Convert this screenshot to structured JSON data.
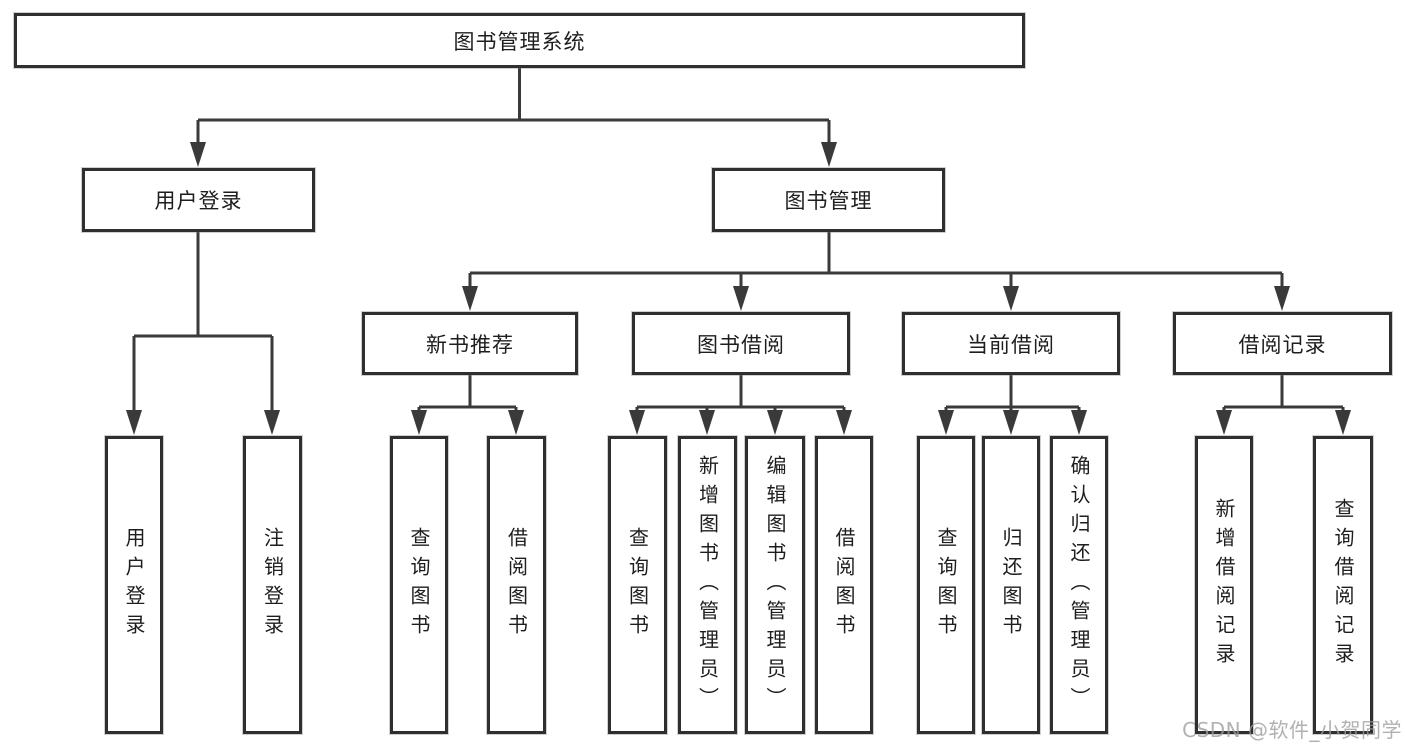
{
  "diagram_title": "图书管理系统",
  "tree": {
    "root": {
      "label": "图书管理系统"
    },
    "branches": [
      {
        "label": "用户登录",
        "children": [
          {
            "label": "用户登录"
          },
          {
            "label": "注销登录"
          }
        ]
      },
      {
        "label": "图书管理",
        "children": [
          {
            "label": "新书推荐",
            "children": [
              {
                "label": "查询图书"
              },
              {
                "label": "借阅图书"
              }
            ]
          },
          {
            "label": "图书借阅",
            "children": [
              {
                "label": "查询图书"
              },
              {
                "label": "新增图书（管理员）"
              },
              {
                "label": "编辑图书（管理员）"
              },
              {
                "label": "借阅图书"
              }
            ]
          },
          {
            "label": "当前借阅",
            "children": [
              {
                "label": "查询图书"
              },
              {
                "label": "归还图书"
              },
              {
                "label": "确认归还（管理员）"
              }
            ]
          },
          {
            "label": "借阅记录",
            "children": [
              {
                "label": "新增借阅记录"
              },
              {
                "label": "查询借阅记录"
              }
            ]
          }
        ]
      }
    ]
  },
  "watermark": {
    "text": "CSDN @软件_小贺同学"
  },
  "colors": {
    "line": "#3a3a3a",
    "box_border": "#2f2f2f",
    "text": "#1e1e1e",
    "background": "#ffffff",
    "watermark": "#9e9e9e"
  }
}
